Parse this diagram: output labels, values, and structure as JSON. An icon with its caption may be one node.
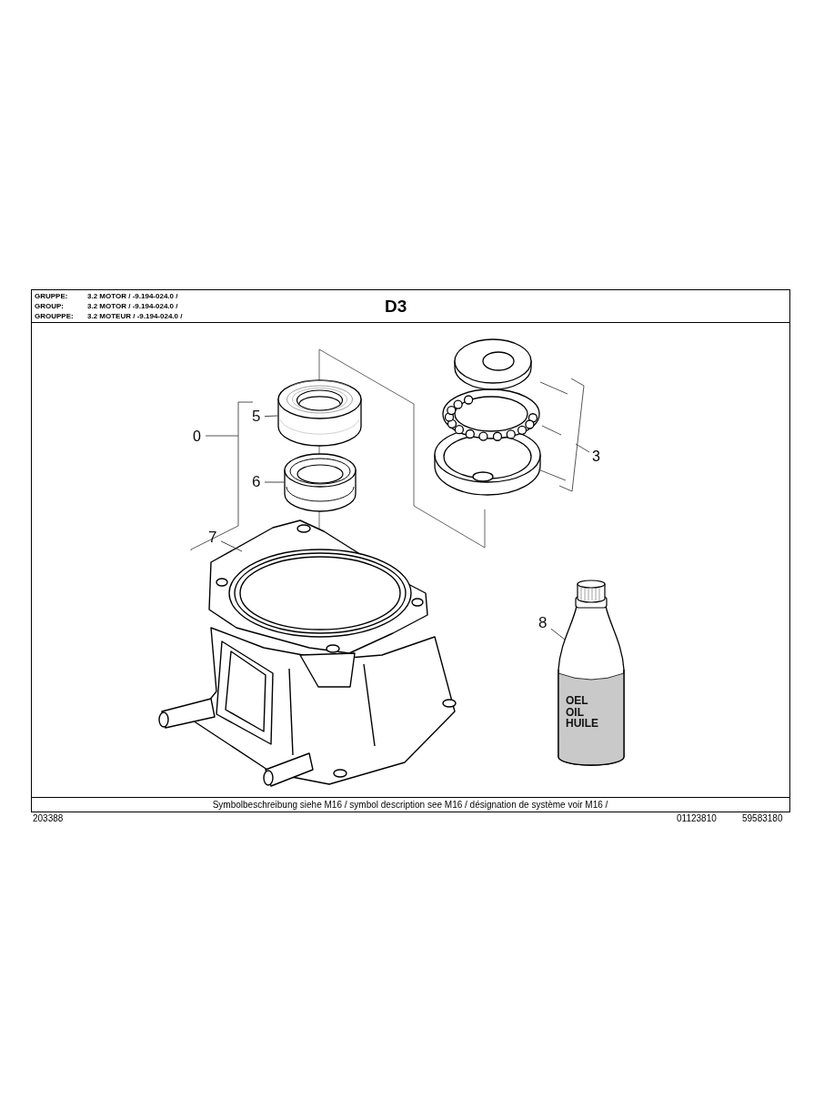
{
  "diagram": {
    "title": "D3",
    "nodes": [
      {
        "text": [
          "5"
        ]
      },
      {
        "text": [],
        "shape": "picture"
      },
      {
        "text": [
          "6"
        ]
      },
      {
        "text": [],
        "shape": "picture"
      },
      {
        "text": [
          "7"
        ]
      },
      {
        "text": [],
        "shape": "picture"
      },
      {
        "text": [
          "8"
        ]
      },
      {
        "text": [
          "OEL OIL HUILE"
        ]
      }
    ],
    "edges": [
      {
        "from": 0,
        "to": 1,
        "arrow": "none"
      },
      {
        "from": 2,
        "to": 3,
        "arrow": "none"
      },
      {
        "from": 4,
        "to": 5,
        "arrow": "none"
      },
      {
        "from": 6,
        "to": 7,
        "arrow": "none"
      }
    ],
    "labels": [
      "GRUPPE:",
      "3.2 MOTOR / -9.194-024.0 /",
      "GROUP:",
      "3.2 MOTOR / -9.194-024.0 /",
      "GROUPPE:",
      "3.2 MOTEUR / -9.194-024.0 /",
      "0",
      "3",
      "Symbolbeschreibung siehe M16 / symbol description see M16 / désignation de système voir M16 /",
      "203388",
      "01123810",
      "59583180"
    ]
  }
}
